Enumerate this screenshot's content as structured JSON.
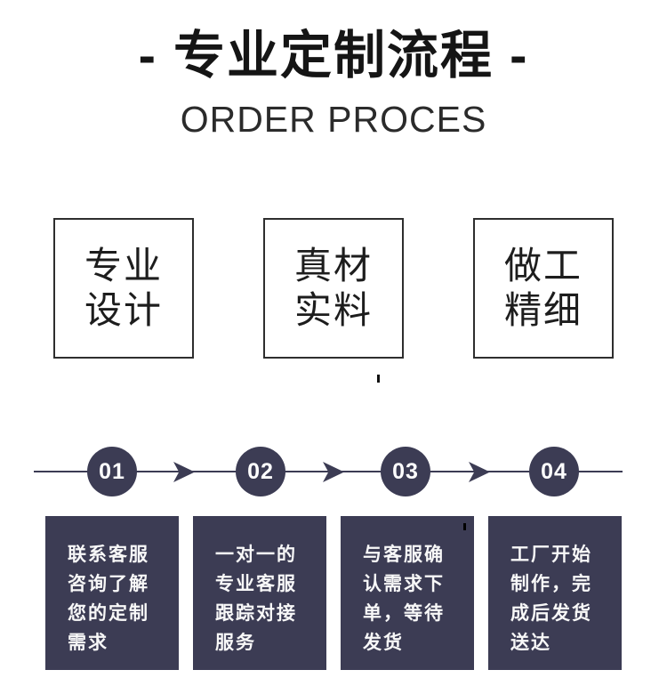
{
  "colors": {
    "accent_dark_navy": "#3c3c54",
    "title_black": "#151515",
    "box_border": "#2e2e2e",
    "step_text_white": "#f8f8f8"
  },
  "header": {
    "title": "- 专业定制流程 -",
    "subtitle": "ORDER PROCES"
  },
  "features": [
    {
      "lines": [
        "专业",
        "设计"
      ]
    },
    {
      "lines": [
        "真材",
        "实料"
      ]
    },
    {
      "lines": [
        "做工",
        "精细"
      ]
    }
  ],
  "process": {
    "steps": [
      {
        "number": "01",
        "lines": [
          "联系客服",
          "咨询了解",
          "您的定制",
          "需求"
        ]
      },
      {
        "number": "02",
        "lines": [
          "一对一的",
          "专业客服",
          "跟踪对接",
          "服务"
        ]
      },
      {
        "number": "03",
        "lines": [
          "与客服确",
          "认需求下",
          "单，等待",
          "发货"
        ]
      },
      {
        "number": "04",
        "lines": [
          "工厂开始",
          "制作，完",
          "成后发货",
          "送达"
        ]
      }
    ]
  }
}
